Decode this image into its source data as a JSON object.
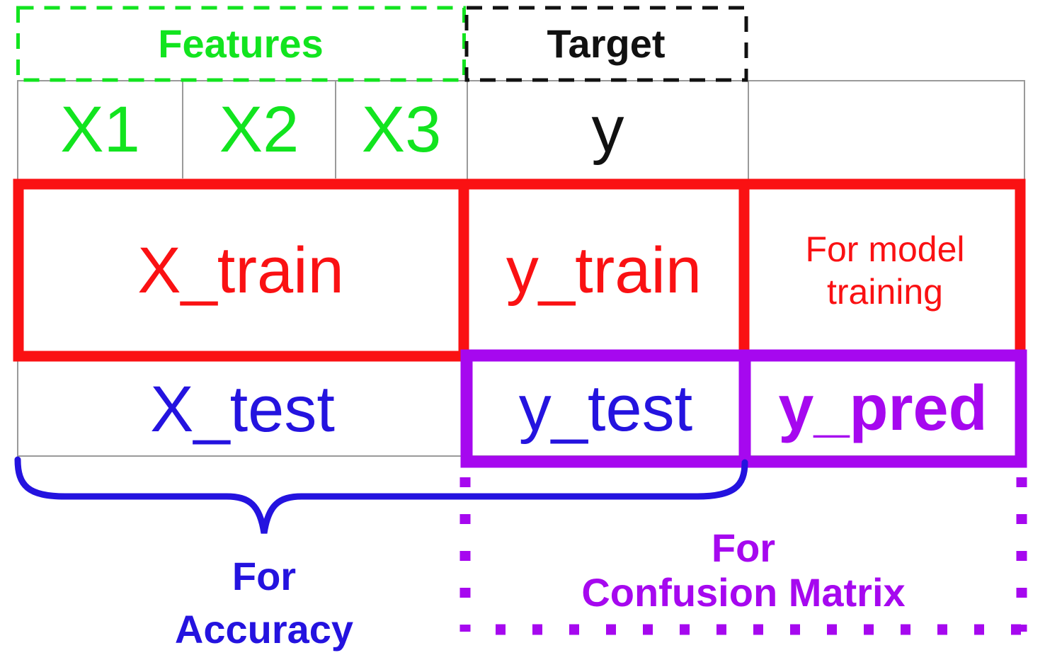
{
  "diagram": {
    "features_label": "Features",
    "target_label": "Target",
    "headers": {
      "x1": "X1",
      "x2": "X2",
      "x3": "X3",
      "y": "y"
    },
    "train_row": {
      "x_train": "X_train",
      "y_train": "y_train",
      "note_line1": "For model",
      "note_line2": "training"
    },
    "test_row": {
      "x_test": "X_test",
      "y_test": "y_test",
      "y_pred": "y_pred"
    },
    "annotations": {
      "accuracy_line1": "For",
      "accuracy_line2": "Accuracy",
      "confusion_line1": "For",
      "confusion_line2": "Confusion Matrix"
    }
  },
  "colors": {
    "green": "#12e41f",
    "black": "#111111",
    "red": "#fa1113",
    "blue": "#2413df",
    "purple": "#a608ef",
    "grid": "#9a9a9a"
  }
}
